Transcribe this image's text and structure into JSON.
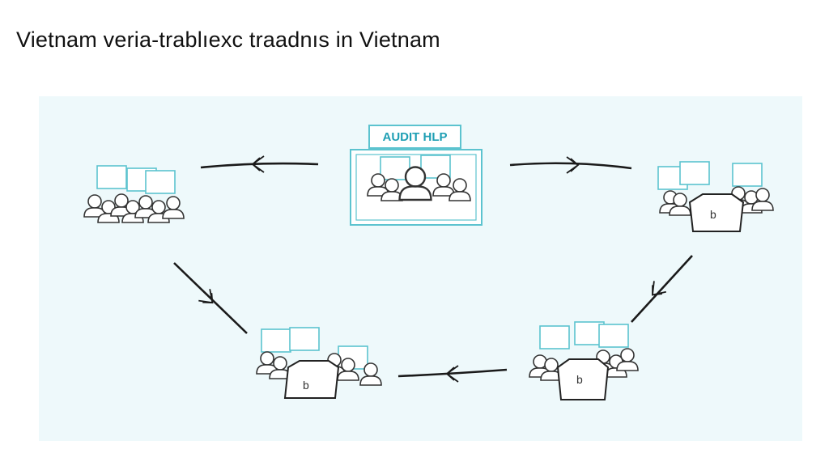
{
  "title": "Vietnam veria-trablıexc traadnıs in Vietnam",
  "center_label": "AUDIT HLP",
  "node_badge": "b",
  "colors": {
    "panel": "#eef9fb",
    "accent": "#5cc3cf",
    "accent_text": "#1f9fb4",
    "stroke": "#1a1a1a"
  }
}
